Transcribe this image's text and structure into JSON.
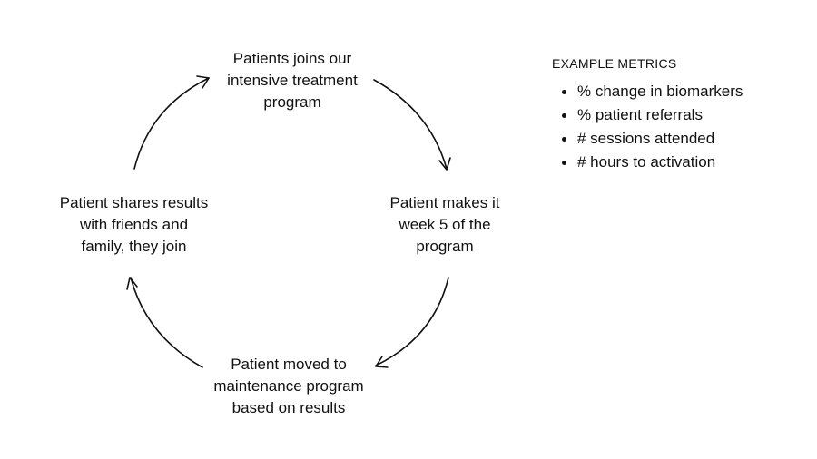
{
  "cycle": {
    "nodes": [
      {
        "lines": [
          "Patients joins our",
          "intensive treatment",
          "program"
        ]
      },
      {
        "lines": [
          "Patient makes it",
          "week 5 of the",
          "program"
        ]
      },
      {
        "lines": [
          "Patient moved to",
          "maintenance program",
          "based on results"
        ]
      },
      {
        "lines": [
          "Patient shares results",
          "with friends and",
          "family, they join"
        ]
      }
    ]
  },
  "metrics": {
    "title": "EXAMPLE METRICS",
    "items": [
      "% change in biomarkers",
      "% patient referrals",
      "# sessions attended",
      "# hours to activation"
    ]
  }
}
